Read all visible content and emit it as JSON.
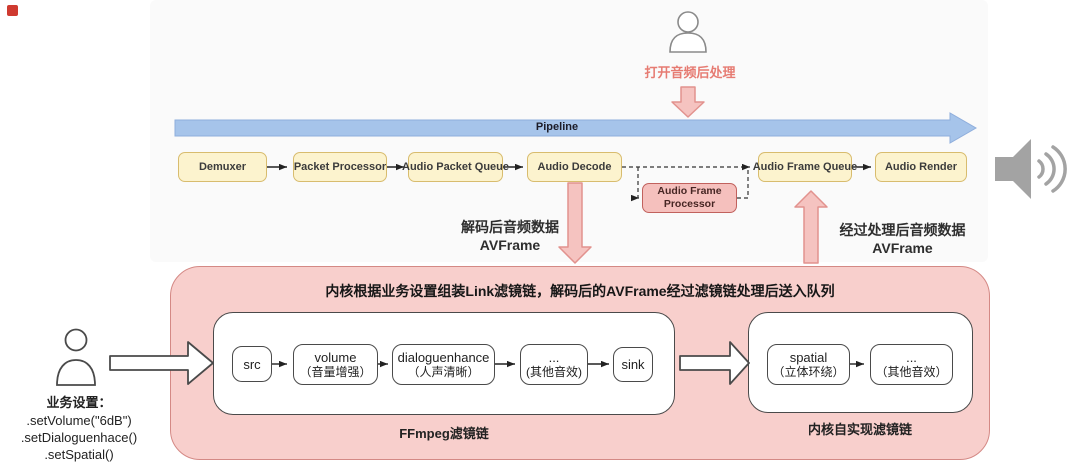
{
  "top_flow": {
    "action_label": "打开音频后处理",
    "pipeline_label": "Pipeline",
    "nodes": [
      "Demuxer",
      "Packet Processor",
      "Audio Packet Queue",
      "Audio Decode",
      "Audio Frame Queue",
      "Audio Render"
    ],
    "frame_processor_line1": "Audio Frame",
    "frame_processor_line2": "Processor"
  },
  "annotations": {
    "decoded_line1": "解码后音频数据",
    "decoded_line2": "AVFrame",
    "processed_line1": "经过处理后音频数据",
    "processed_line2": "AVFrame"
  },
  "kernel_panel": {
    "title": "内核根据业务设置组装Link滤镜链，解码后的AVFrame经过滤镜链处理后送入队列",
    "ffmpeg_chain": {
      "label": "FFmpeg滤镜链",
      "nodes": [
        {
          "line1": "src"
        },
        {
          "line1": "volume",
          "line2": "（音量增强）"
        },
        {
          "line1": "dialoguenhance",
          "line2": "（人声清晰）"
        },
        {
          "line1": "...",
          "line2": "(其他音效)"
        },
        {
          "line1": "sink"
        }
      ]
    },
    "kernel_chain": {
      "label": "内核自实现滤镜链",
      "nodes": [
        {
          "line1": "spatial",
          "line2": "（立体环绕）"
        },
        {
          "line1": "...",
          "line2": "（其他音效）"
        }
      ]
    }
  },
  "business_settings": {
    "title": "业务设置：",
    "lines": [
      ".setVolume(\"6dB\")",
      ".setDialoguenhace()",
      ".setSpatial()"
    ]
  },
  "colors": {
    "pipeline_blue": "#A6C4EA",
    "node_yellow": "#FCF3CE",
    "node_yellow_border": "#D8BC6E",
    "pink_fill": "#F8CFCC",
    "pink_border": "#C1615D",
    "arrow_pink": "#F5C3C0",
    "accent_red_text": "#E67B72",
    "speaker_gray": "#A3A3A3"
  }
}
